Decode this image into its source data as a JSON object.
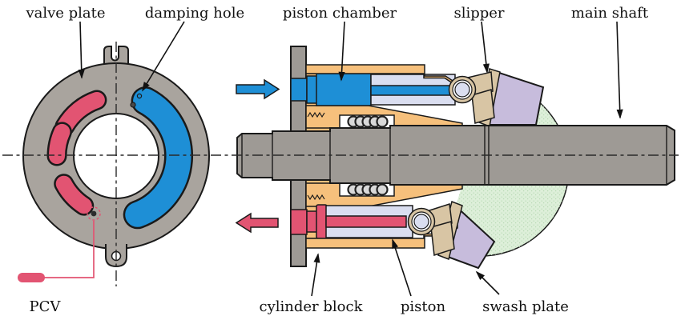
{
  "diagram": {
    "labels": {
      "valve_plate": "valve plate",
      "damping_hole": "damping hole",
      "piston_chamber": "piston chamber",
      "slipper": "slipper",
      "main_shaft": "main shaft",
      "pcv": "PCV",
      "cylinder_block": "cylinder block",
      "piston": "piston",
      "swash_plate": "swash plate"
    },
    "colors": {
      "body_gray": "#a9a49e",
      "shaft_gray": "#9e9a95",
      "block_orange": "#f6c07c",
      "fluid_blue": "#1e8fd6",
      "fluid_pink": "#e25472",
      "piston_lavender": "#dadef0",
      "swash_lavender": "#c7bcdc",
      "slipper_tan": "#d8c5a4",
      "sphere_green": "#ddefd9"
    }
  }
}
